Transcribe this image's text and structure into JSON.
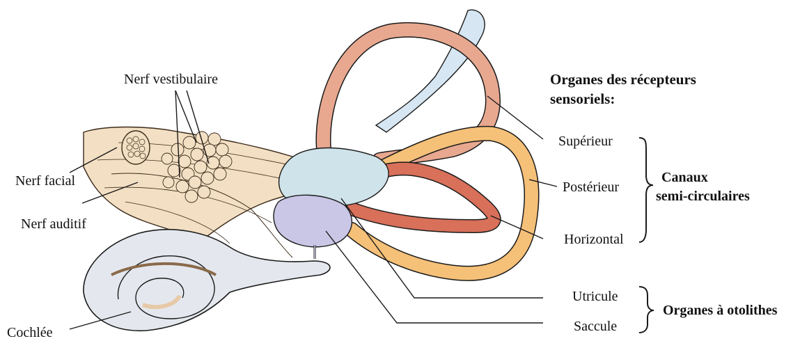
{
  "labels": {
    "nerf_vestibulaire": "Nerf vestibulaire",
    "nerf_facial": "Nerf facial",
    "nerf_auditif": "Nerf auditif",
    "cochlee": "Cochlée",
    "heading_line1": "Organes des récepteurs",
    "heading_line2": "sensoriels:",
    "superieur": "Supérieur",
    "posterieur": "Postérieur",
    "horizontal": "Horizontal",
    "canaux_line1": "Canaux",
    "canaux_line2": "semi-circulaires",
    "utricule": "Utricule",
    "saccule": "Saccule",
    "organes_otolithes": "Organes à otolithes"
  },
  "colors": {
    "nerve": "#f3dfc3",
    "nerve_stroke": "#3a2a1a",
    "cochlea": "#e4e8ee",
    "utricle": "#cfe3ea",
    "saccule": "#c9c6e6",
    "canal_superior": "#e8a890",
    "canal_posterior": "#f5c078",
    "canal_horizontal": "#d8705a",
    "endolymph_sac": "#d6e6f2",
    "outline": "#1a1a1a"
  }
}
